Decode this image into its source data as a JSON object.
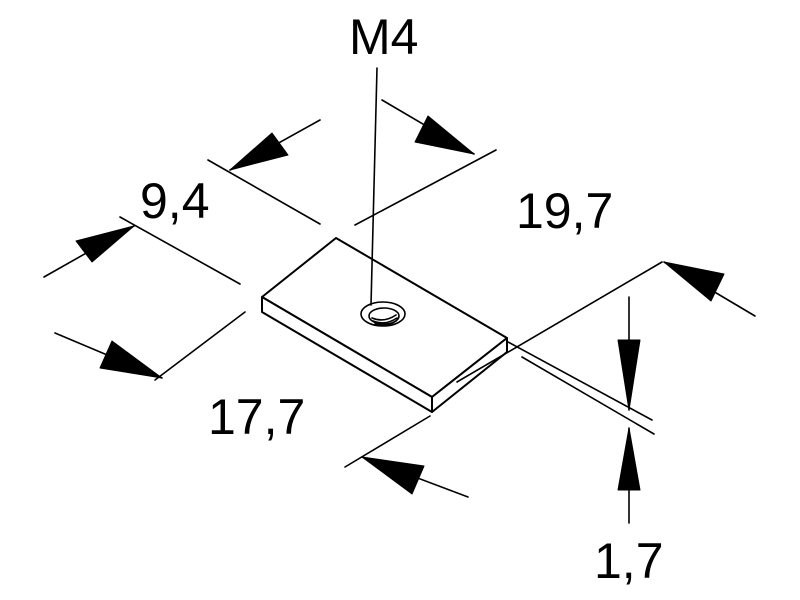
{
  "labels": {
    "thread": "M4",
    "width": "9,4",
    "length_top": "19,7",
    "length_bottom": "17,7",
    "thickness": "1,7"
  }
}
